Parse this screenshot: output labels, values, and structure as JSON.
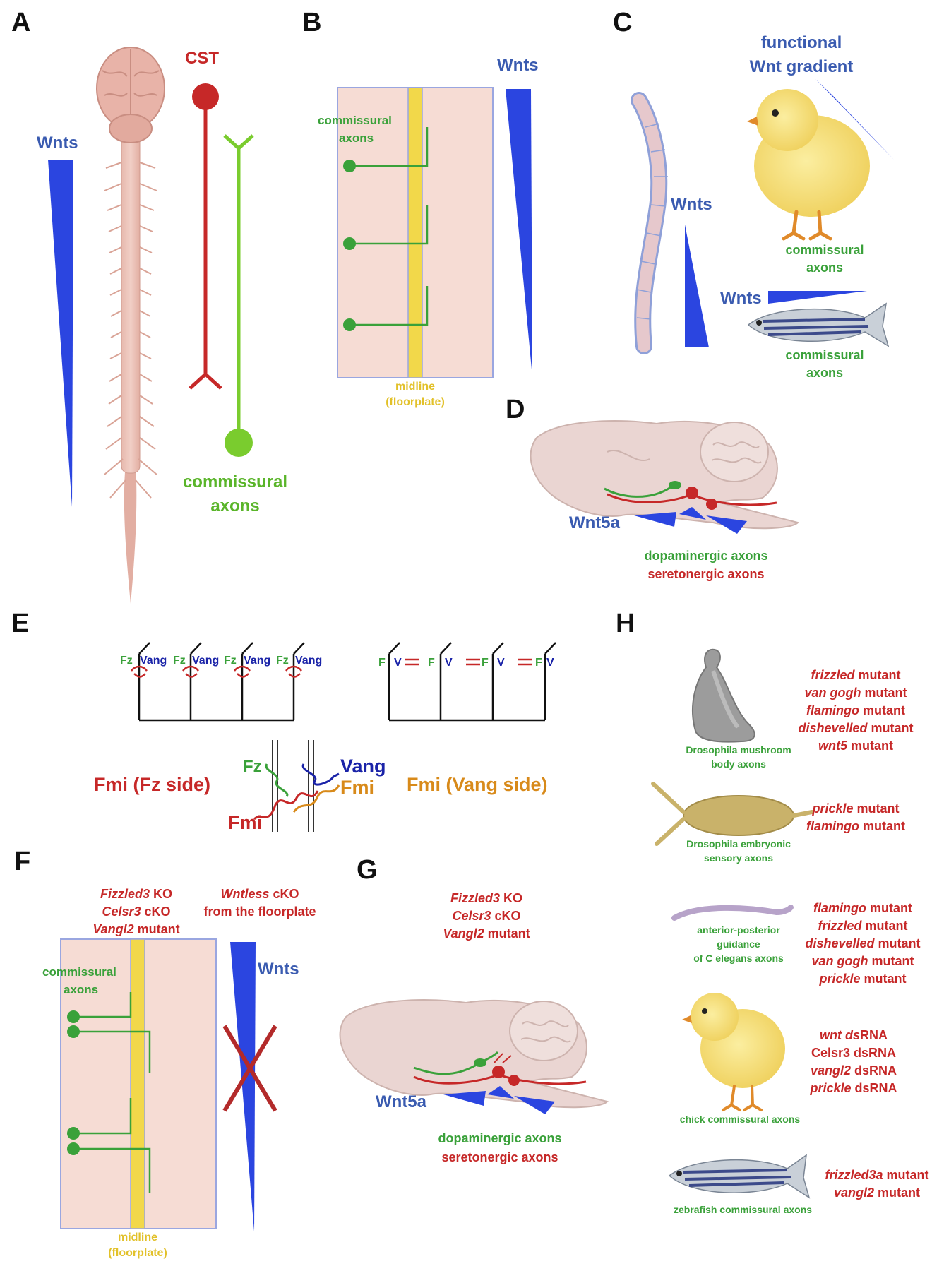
{
  "panels": {
    "A": {
      "letter": "A",
      "wnts": "Wnts",
      "cst": "CST",
      "commissural_line1": "commissural",
      "commissural_line2": "axons"
    },
    "B": {
      "letter": "B",
      "wnts": "Wnts",
      "commissural_line1": "commissural",
      "commissural_line2": "axons",
      "midline_line1": "midline",
      "midline_line2": "(floorplate)"
    },
    "C": {
      "letter": "C",
      "gradient_line1": "functional",
      "gradient_line2": "Wnt gradient",
      "worm_wnts": "Wnts",
      "chick_line1": "commissural",
      "chick_line2": "axons",
      "fish_wnts": "Wnts",
      "fish_line1": "commissural",
      "fish_line2": "axons"
    },
    "D": {
      "letter": "D",
      "wnt5a": "Wnt5a",
      "dopaminergic": "dopaminergic axons",
      "seretonergic": "seretonergic axons"
    },
    "E": {
      "letter": "E",
      "fz": "Fz",
      "vang": "Vang",
      "f": "F",
      "v": "V",
      "fmi_fz_side": "Fmi (Fz side)",
      "fmi_vang_side": "Fmi (Vang side)",
      "fz_big": "Fz",
      "vang_big": "Vang",
      "fmi_left": "Fmi",
      "fmi_right": "Fmi"
    },
    "F": {
      "letter": "F",
      "ko1": "Fizzled3",
      "ko1_suffix": " KO",
      "ko2": "Celsr3",
      "ko2_suffix": " cKO",
      "ko3": "Vangl2",
      "ko3_suffix": " mutant",
      "wntless": "Wntless",
      "wntless_suffix": " cKO",
      "wntless_line2": "from the floorplate",
      "commissural_line1": "commissural",
      "commissural_line2": "axons",
      "wnts": "Wnts",
      "midline_line1": "midline",
      "midline_line2": "(floorplate)"
    },
    "G": {
      "letter": "G",
      "ko1": "Fizzled3",
      "ko1_suffix": " KO",
      "ko2": "Celsr3",
      "ko2_suffix": " cKO",
      "ko3": "Vangl2",
      "ko3_suffix": " mutant",
      "wnt5a": "Wnt5a",
      "dopaminergic": "dopaminergic axons",
      "seretonergic": "seretonergic axons"
    },
    "H": {
      "letter": "H",
      "rows": [
        {
          "caption": [
            "Drosophila mushroom",
            "body axons"
          ],
          "mutants": [
            {
              "gene": "frizzled",
              "suffix": " mutant"
            },
            {
              "gene": "van gogh",
              "suffix": " mutant"
            },
            {
              "gene": "flamingo",
              "suffix": " mutant"
            },
            {
              "gene": "dishevelled",
              "suffix": " mutant"
            },
            {
              "gene": "wnt5",
              "suffix": " mutant"
            }
          ]
        },
        {
          "caption": [
            "Drosophila embryonic",
            "sensory axons"
          ],
          "mutants": [
            {
              "gene": "prickle",
              "suffix": " mutant"
            },
            {
              "gene": "flamingo",
              "suffix": " mutant"
            }
          ]
        },
        {
          "caption": [
            "anterior-posterior",
            "guidance",
            "of C elegans axons"
          ],
          "mutants": [
            {
              "gene": "flamingo",
              "suffix": " mutant"
            },
            {
              "gene": "frizzled",
              "suffix": " mutant"
            },
            {
              "gene": "dishevelled",
              "suffix": " mutant"
            },
            {
              "gene": "van gogh",
              "suffix": " mutant"
            },
            {
              "gene": "prickle",
              "suffix": " mutant"
            }
          ]
        },
        {
          "caption": [
            "chick commissural axons"
          ],
          "mutants": [
            {
              "gene": "wnt ds",
              "suffix": "RNA"
            },
            {
              "gene": "",
              "suffix": "Celsr3 dsRNA"
            },
            {
              "gene": "vangl2",
              "suffix": " dsRNA"
            },
            {
              "gene": "prickle",
              "suffix": " dsRNA"
            }
          ]
        },
        {
          "caption": [
            "zebrafish commissural axons"
          ],
          "mutants": [
            {
              "gene": "frizzled3a",
              "suffix": " mutant"
            },
            {
              "gene": "vangl2",
              "suffix": "  mutant"
            }
          ]
        }
      ]
    }
  },
  "colors": {
    "blue": "#2b45e0",
    "label_blue": "#3a5bb0",
    "red": "#c62828",
    "green": "#3aa13a",
    "lime": "#7acc2e",
    "yellow": "#f2d84a",
    "pink": "#f6dcd4",
    "box_border": "#9aa6e0",
    "orange": "#d88a1a"
  }
}
